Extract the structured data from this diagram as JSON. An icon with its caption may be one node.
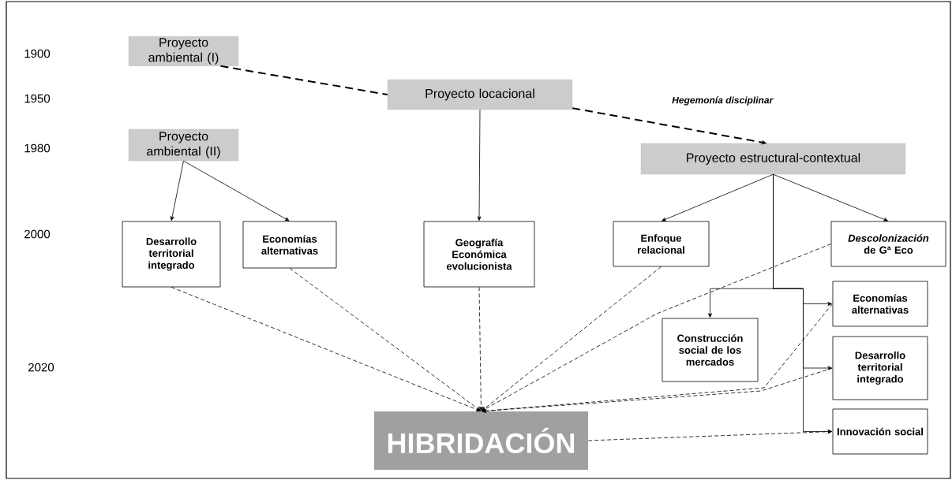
{
  "diagram": {
    "nodes": [
      {
        "text": [
          "Proyecto ambiental (I)"
        ]
      },
      {
        "text": [
          "Proyecto locacional"
        ]
      },
      {
        "text": [
          "Proyecto ambiental (II)"
        ]
      },
      {
        "text": [
          "Proyecto estructural-contextual"
        ]
      },
      {
        "text": [
          "Desarrollo territorial integrado"
        ]
      },
      {
        "text": [
          "Economías alternativas"
        ]
      },
      {
        "text": [
          "Geografía Económica evolucionista"
        ]
      },
      {
        "text": [
          "Enfoque relacional"
        ]
      },
      {
        "text": [
          "*Descolonización* de Gª Eco"
        ]
      },
      {
        "text": [
          "Construcción social de los mercados"
        ]
      },
      {
        "text": [
          "Economías alternativas"
        ]
      },
      {
        "text": [
          "Desarrollo territorial integrado"
        ]
      },
      {
        "text": [
          "Innovación social"
        ]
      },
      {
        "text": [
          "HIBRIDACIÓN"
        ]
      }
    ],
    "edges": [
      {
        "from": 0,
        "to": 1,
        "arrow": "none",
        "style": "dashed"
      },
      {
        "from": 1,
        "to": 3,
        "arrow": "to",
        "style": "dashed",
        "label": "Hegemonía disciplinar"
      },
      {
        "from": 1,
        "to": 6,
        "arrow": "to"
      },
      {
        "from": 2,
        "to": 4,
        "arrow": "to"
      },
      {
        "from": 2,
        "to": 5,
        "arrow": "to"
      },
      {
        "from": 3,
        "to": 7,
        "arrow": "to"
      },
      {
        "from": 3,
        "to": 8,
        "arrow": "to"
      },
      {
        "from": 3,
        "to": 9,
        "arrow": "to"
      },
      {
        "from": 3,
        "to": 10,
        "arrow": "to"
      },
      {
        "from": 3,
        "to": 11,
        "arrow": "to"
      },
      {
        "from": 3,
        "to": 12,
        "arrow": "to"
      },
      {
        "from": 4,
        "to": 13,
        "arrow": "to",
        "style": "dashed"
      },
      {
        "from": 5,
        "to": 13,
        "arrow": "to",
        "style": "dashed"
      },
      {
        "from": 6,
        "to": 13,
        "arrow": "to",
        "style": "dashed"
      },
      {
        "from": 7,
        "to": 13,
        "arrow": "to",
        "style": "dashed"
      },
      {
        "from": 8,
        "to": 13,
        "arrow": "to",
        "style": "dashed"
      },
      {
        "from": 10,
        "to": 13,
        "arrow": "to",
        "style": "dashed"
      },
      {
        "from": 11,
        "to": 13,
        "arrow": "to",
        "style": "dashed"
      },
      {
        "from": 13,
        "to": 12,
        "arrow": "to",
        "style": "dashed"
      }
    ],
    "labels": [
      "1900",
      "1950",
      "1980",
      "2000",
      "2020"
    ]
  }
}
